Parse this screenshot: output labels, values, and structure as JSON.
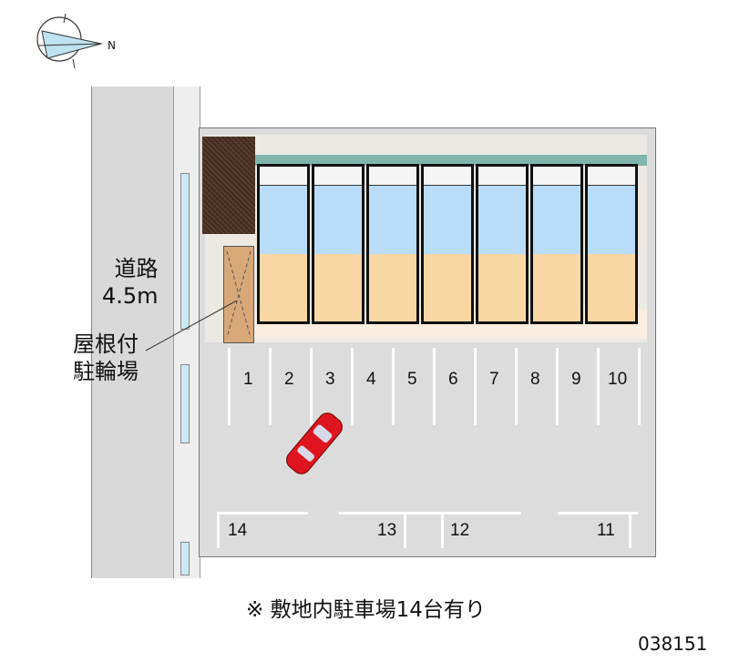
{
  "road_label": {
    "line1": "道路",
    "line2": "4.5m"
  },
  "bike_parking_label": {
    "line1": "屋根付",
    "line2": "駐輪場"
  },
  "compass": {
    "direction": "N"
  },
  "parking_spaces_top": [
    "1",
    "2",
    "3",
    "4",
    "5",
    "6",
    "7",
    "8",
    "9",
    "10"
  ],
  "parking_spaces_bottom": [
    "14",
    "13",
    "12",
    "11"
  ],
  "caption": "※ 敷地内駐車場14台有り",
  "code": "038151",
  "colors": {
    "living": "#f9d7a4",
    "wet": "#b9dcf8",
    "car": "#e0141e",
    "lot": "#dcdcdc"
  }
}
